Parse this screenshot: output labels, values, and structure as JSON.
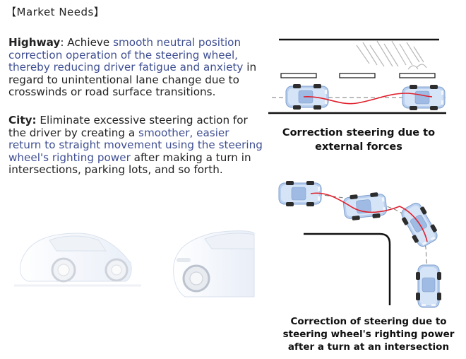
{
  "heading": "【Market Needs】",
  "highway": {
    "label": "Highway",
    "sep": ": Achieve ",
    "hl": "smooth neutral position correction operation of the steering wheel, thereby reducing driver fatigue and anxiety",
    "rest": " in regard to unintentional lane change due to crosswinds or road surface transitions."
  },
  "city": {
    "label": "City:",
    "text1": " Eliminate excessive steering action for the driver by creating a ",
    "hl": "smoother, easier return to straight movement using the steering wheel's righting power",
    "rest": " after making a turn in intersections, parking lots, and so forth."
  },
  "captions": {
    "highway": "Correction steering due to external forces",
    "intersection": "Correction of steering due to steering wheel's righting power after a turn at an intersection"
  },
  "colors": {
    "accent": "#3f4f92",
    "path": "#e0202c",
    "car": "#b9cfee"
  }
}
